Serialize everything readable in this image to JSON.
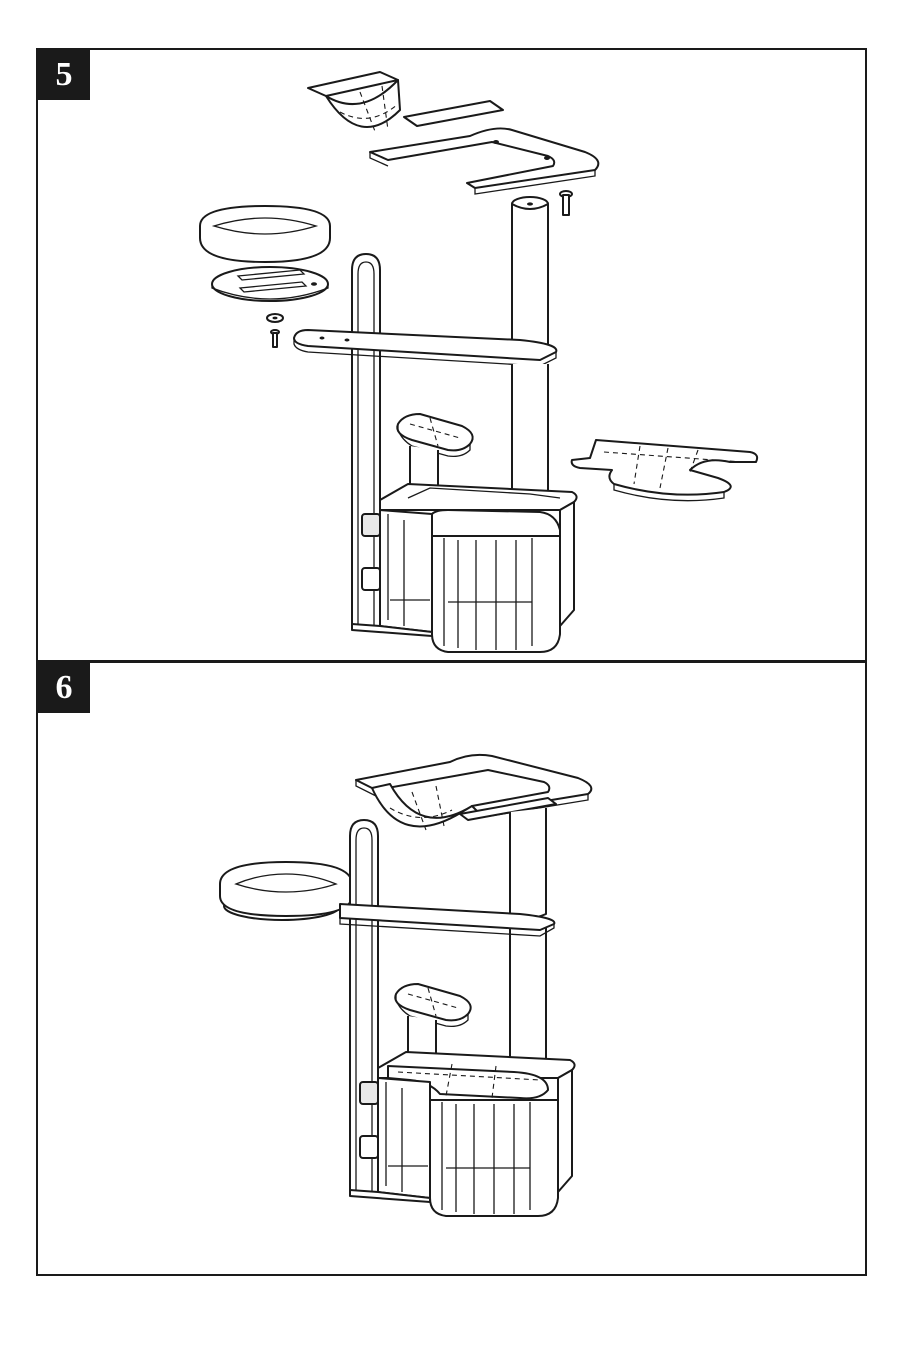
{
  "steps": [
    {
      "number": "5",
      "view": "exploded"
    },
    {
      "number": "6",
      "view": "assembled"
    }
  ],
  "colors": {
    "ink": "#1a1a1a",
    "paper": "#ffffff",
    "badge_text": "#ffffff"
  }
}
